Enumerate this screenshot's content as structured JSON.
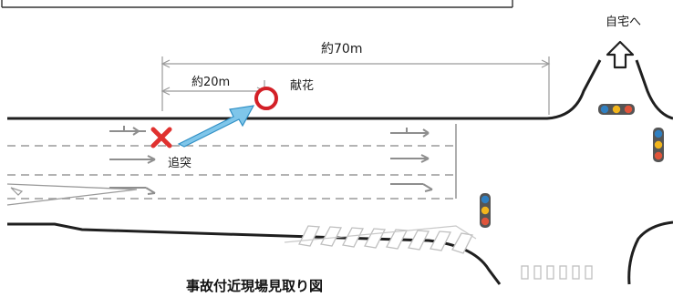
{
  "diagram": {
    "caption": "事故付近現場見取り図",
    "home_direction_label": "自宅へ",
    "distance_long_label": "約70m",
    "distance_short_label": "約20m",
    "flowers_label": "献花",
    "collision_label": "追突"
  },
  "colors": {
    "road_line": "#1f1f1f",
    "lane_dash": "#9a9a9a",
    "lane_arrow": "#8e8e8e",
    "dimension_line": "#9a9a9a",
    "collision_mark": "#e0312f",
    "flower_circle": "#d32027",
    "movement_arrow": "#7fc6ea",
    "movement_arrow_edge": "#2f8fc4",
    "signal_housing": "#555555",
    "signal_blue": "#2f7fc1",
    "signal_yellow": "#f2b51c",
    "signal_red": "#e0543a",
    "crosswalk": "#c8c8c8"
  },
  "icons": [
    "collision-x-icon",
    "movement-arrow-icon",
    "flower-circle-icon",
    "direction-arrow-icon",
    "traffic-light-icon"
  ]
}
